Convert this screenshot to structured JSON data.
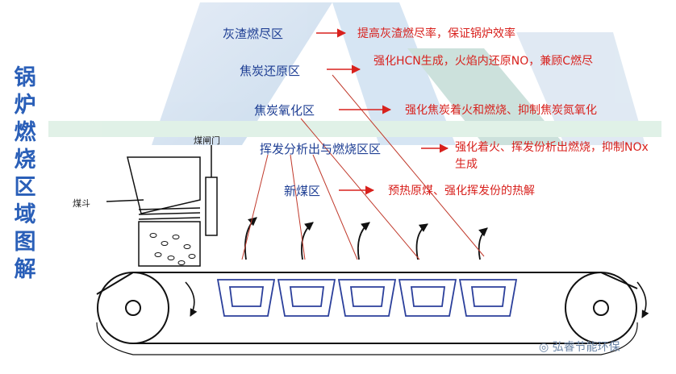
{
  "side_title": "锅炉燃烧区域图解",
  "zones": [
    {
      "name": "灰渣燃尽区",
      "desc": "提高灰渣燃尽率，保证锅炉效率"
    },
    {
      "name": "焦炭还原区",
      "desc": "强化HCN生成，火焰内还原NO，兼顾C燃尽"
    },
    {
      "name": "焦炭氧化区",
      "desc": "强化焦炭着火和燃烧、抑制焦炭氮氧化"
    },
    {
      "name": "挥发分析出与燃烧区区",
      "desc": "强化着火、挥发份析出燃烧，抑制NOx生成"
    },
    {
      "name": "新煤区",
      "desc": "预热原煤、强化挥发份的热解"
    }
  ],
  "labels": {
    "hopper": "煤斗",
    "gate": "煤闸门"
  },
  "watermark": "弘睿节能环保",
  "colors": {
    "zone_text": "#1f3f94",
    "desc_text": "#d8211d",
    "title": "#2a5fb8"
  }
}
